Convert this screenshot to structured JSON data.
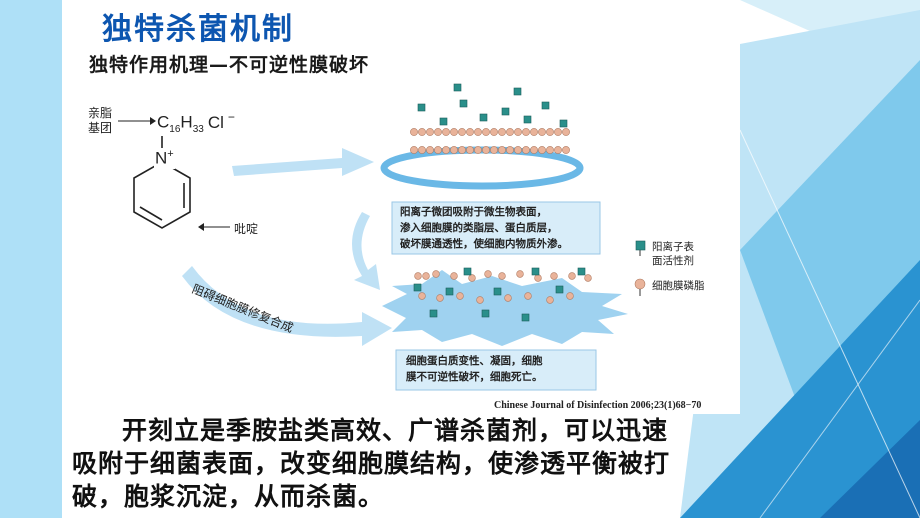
{
  "slide": {
    "title": "独特杀菌机制",
    "colors": {
      "title": "#0d56b0",
      "accent_light": "#aee0f7",
      "accent_dark": "#1a85c8"
    }
  },
  "figure": {
    "heading": "独特作用机理—不可逆性膜破坏",
    "lipophilic_label_line1": "亲脂",
    "lipophilic_label_line2": "基团",
    "formula_c": "C",
    "formula_c_sub": "16",
    "formula_h": "H",
    "formula_h_sub": "33",
    "formula_cl": "Cl",
    "formula_cl_charge": "−",
    "nitrogen": "N",
    "nitrogen_charge": "+",
    "pyridine_label": "吡啶",
    "block_repair_label": "阻碍细胞膜修复合成",
    "box1": {
      "line1": "阳离子微团吸附于微生物表面，",
      "line2": "渗入细胞膜的类脂层、蛋白质层，",
      "line3": "破坏膜通透性，使细胞内物质外渗。"
    },
    "box2": {
      "line1": "细胞蛋白质变性、凝固，细胞",
      "line2": "膜不可逆性破坏，细胞死亡。"
    },
    "legend": {
      "surfactant_line1": "阳离子表",
      "surfactant_line2": "面活性剂",
      "phospholipid": "细胞膜磷脂"
    },
    "citation": "Chinese Journal of Disinfection 2006;23(1)68−70"
  },
  "body": {
    "line1": "开刻立是季胺盐类高效、广谱杀菌剂，可以迅速",
    "line2": "吸附于细菌表面，改变细胞膜结构，使渗透平衡被打",
    "line3": "破，胞浆沉淀，从而杀菌。"
  }
}
